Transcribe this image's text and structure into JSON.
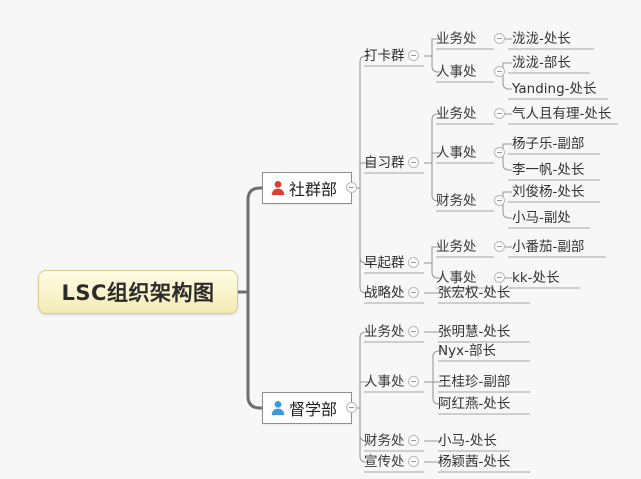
{
  "diagram": {
    "title": "LSC组织架构图",
    "background_color": "#f7f7f7",
    "root": {
      "label": "LSC组织架构图"
    },
    "departments": [
      {
        "label": "社群部",
        "icon": "person-icon",
        "icon_color": "#e03b30"
      },
      {
        "label": "督学部",
        "icon": "person-icon",
        "icon_color": "#3b9ae0"
      }
    ],
    "groups": {
      "g_dakaqun": "打卡群",
      "g_zixiqun": "自习群",
      "g_zaoqiqun": "早起群",
      "g_zhanlue": "战略处"
    },
    "offices": {
      "o1": "业务处",
      "o2": "人事处",
      "o3": "业务处",
      "o4": "人事处",
      "o5": "财务处",
      "o6": "业务处",
      "o7": "人事处",
      "o8": "业务处",
      "o9": "人事处",
      "o10": "财务处",
      "o11": "宣传处"
    },
    "members": {
      "m1": "泷泷-处长",
      "m2": "泷泷-部长",
      "m3": "Yanding-处长",
      "m4": "气人且有理-处长",
      "m5": "杨子乐-副部",
      "m6": "李一帆-处长",
      "m7": "刘俊杨-处长",
      "m8": "小马-副处",
      "m9": "小番茄-副部",
      "m10": "kk-处长",
      "m11": "张宏权-处长",
      "m12": "张明慧-处长",
      "m13": "Nyx-部长",
      "m14": "王桂珍-副部",
      "m15": "阿红燕-处长",
      "m16": "小马-处长",
      "m17": "杨颖茜-处长"
    }
  },
  "chart_data": {
    "type": "table",
    "title": "LSC组织架构图",
    "tree": [
      {
        "name": "社群部",
        "children": [
          {
            "name": "打卡群",
            "children": [
              {
                "name": "业务处",
                "children": [
                  {
                    "name": "泷泷-处长"
                  }
                ]
              },
              {
                "name": "人事处",
                "children": [
                  {
                    "name": "泷泷-部长"
                  },
                  {
                    "name": "Yanding-处长"
                  }
                ]
              }
            ]
          },
          {
            "name": "自习群",
            "children": [
              {
                "name": "业务处",
                "children": [
                  {
                    "name": "气人且有理-处长"
                  }
                ]
              },
              {
                "name": "人事处",
                "children": [
                  {
                    "name": "杨子乐-副部"
                  },
                  {
                    "name": "李一帆-处长"
                  }
                ]
              },
              {
                "name": "财务处",
                "children": [
                  {
                    "name": "刘俊杨-处长"
                  },
                  {
                    "name": "小马-副处"
                  }
                ]
              }
            ]
          },
          {
            "name": "早起群",
            "children": [
              {
                "name": "业务处",
                "children": [
                  {
                    "name": "小番茄-副部"
                  }
                ]
              },
              {
                "name": "人事处",
                "children": [
                  {
                    "name": "kk-处长"
                  }
                ]
              }
            ]
          },
          {
            "name": "战略处",
            "children": [
              {
                "name": "张宏权-处长"
              }
            ]
          }
        ]
      },
      {
        "name": "督学部",
        "children": [
          {
            "name": "业务处",
            "children": [
              {
                "name": "张明慧-处长"
              }
            ]
          },
          {
            "name": "人事处",
            "children": [
              {
                "name": "Nyx-部长"
              },
              {
                "name": "王桂珍-副部"
              },
              {
                "name": "阿红燕-处长"
              }
            ]
          },
          {
            "name": "财务处",
            "children": [
              {
                "name": "小马-处长"
              }
            ]
          },
          {
            "name": "宣传处",
            "children": [
              {
                "name": "杨颖茜-处长"
              }
            ]
          }
        ]
      }
    ]
  }
}
